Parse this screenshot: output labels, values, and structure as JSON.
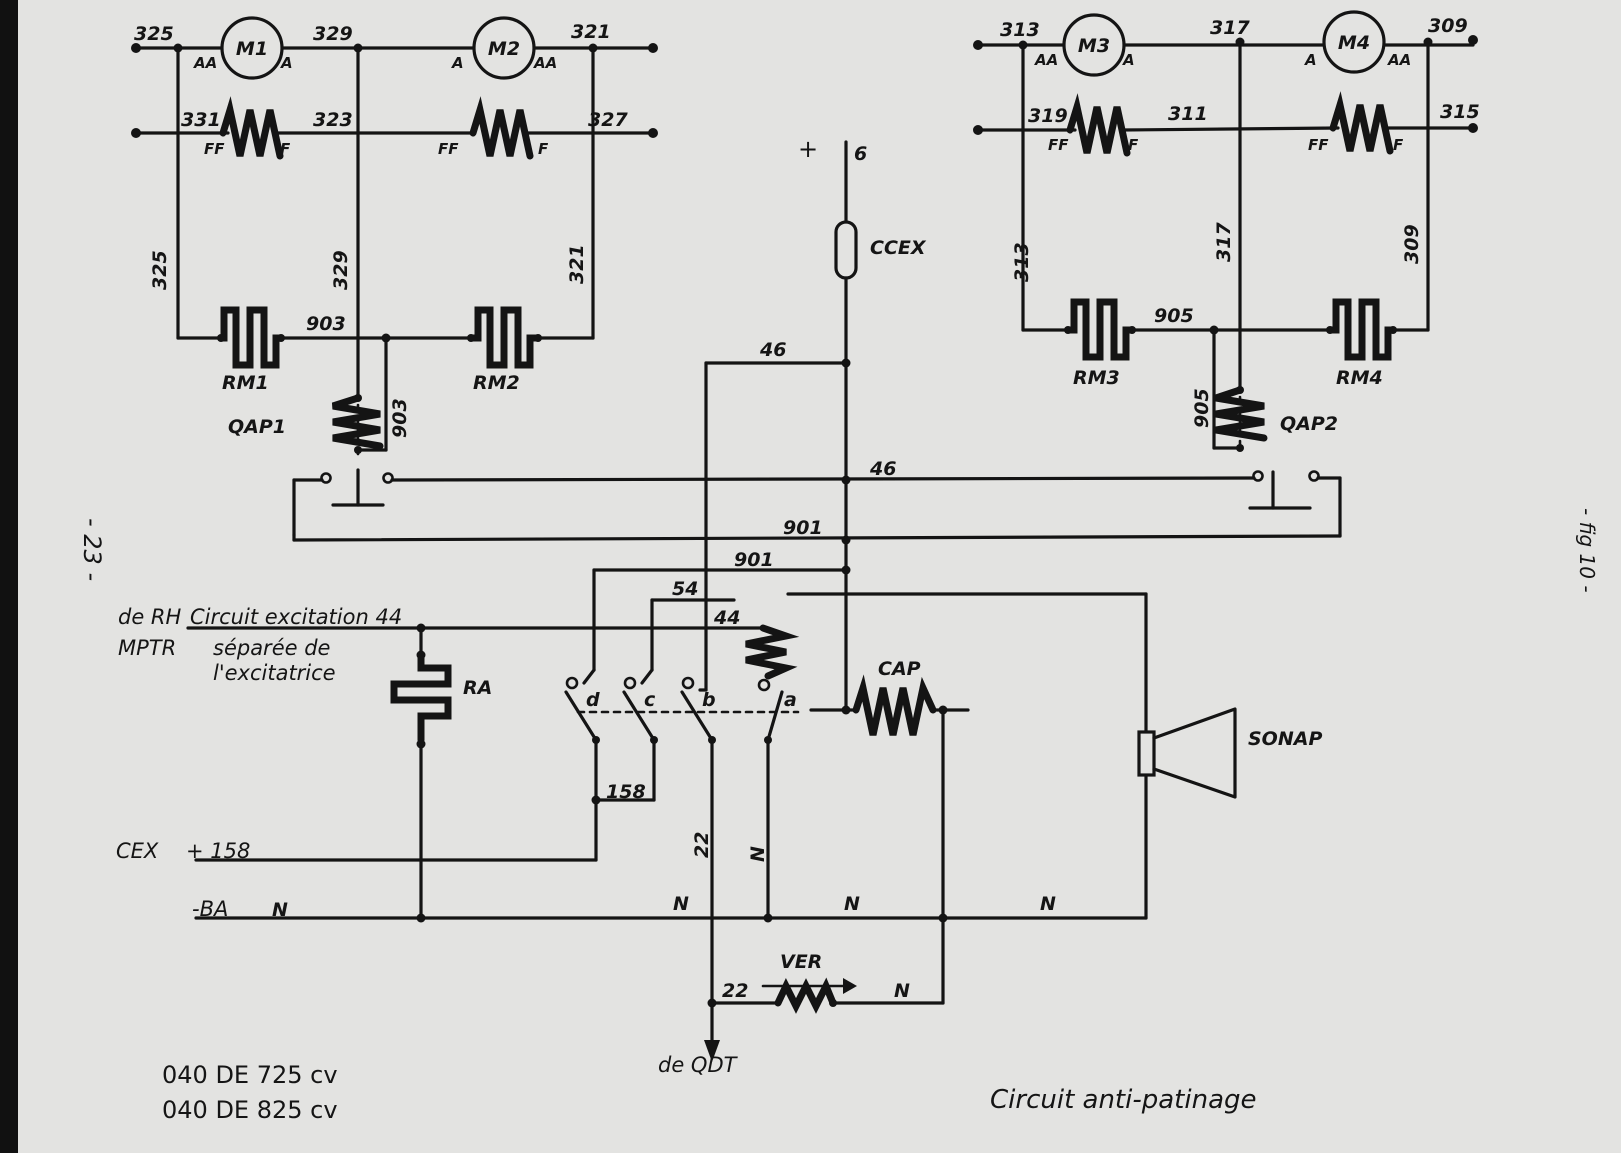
{
  "page_number": "- 23 -",
  "figure_label": "- fig 10 -",
  "title": "Circuit anti-patinage",
  "models": [
    "040 DE 725 cv",
    "040 DE 825 cv"
  ],
  "motors": [
    {
      "name": "M1",
      "left_wire": "325",
      "right_wire": "329",
      "left_term": "AA",
      "right_term": "A"
    },
    {
      "name": "M2",
      "left_wire": "329",
      "right_wire": "321",
      "left_term": "A",
      "right_term": "AA"
    },
    {
      "name": "M3",
      "left_wire": "313",
      "right_wire": "317",
      "left_term": "AA",
      "right_term": "A"
    },
    {
      "name": "M4",
      "left_wire": "317",
      "right_wire": "309",
      "left_term": "A",
      "right_term": "AA"
    }
  ],
  "fields": [
    {
      "left_wire": "331",
      "right_wire": "323",
      "left_term": "FF",
      "right_term": "F"
    },
    {
      "left_wire": "323",
      "right_wire": "327",
      "left_term": "FF",
      "right_term": "F"
    },
    {
      "left_wire": "319",
      "right_wire": "311",
      "left_term": "FF",
      "right_term": "F"
    },
    {
      "left_wire": "311",
      "right_wire": "315",
      "left_term": "FF",
      "right_term": "F"
    }
  ],
  "resistors": [
    "RM1",
    "RM2",
    "RM3",
    "RM4"
  ],
  "relays": [
    "QAP1",
    "QAP2"
  ],
  "wires": {
    "w325": "325",
    "w329": "329",
    "w321": "321",
    "w313": "313",
    "w317": "317",
    "w309": "309",
    "w903": "903",
    "w905": "905",
    "w46": "46",
    "w901": "901",
    "w54": "54",
    "w44": "44",
    "w158": "158",
    "w22": "22",
    "wN": "N",
    "w6": "6"
  },
  "components": {
    "ccex": "CCEX",
    "cap": "CAP",
    "ra": "RA",
    "sonap": "SONAP",
    "ver": "VER",
    "plus": "+",
    "contacts": [
      "d",
      "c",
      "b",
      "a"
    ]
  },
  "annotations": {
    "de_rh": "de RH",
    "circuit_excitation": "Circuit excitation 44",
    "mptr": "MPTR",
    "separee_de": "séparée de",
    "excitatrice": "l'excitatrice",
    "cex": "CEX",
    "cex_plus": "+ 158",
    "minus_ba": "-BA",
    "de_qdt": "de QDT"
  }
}
